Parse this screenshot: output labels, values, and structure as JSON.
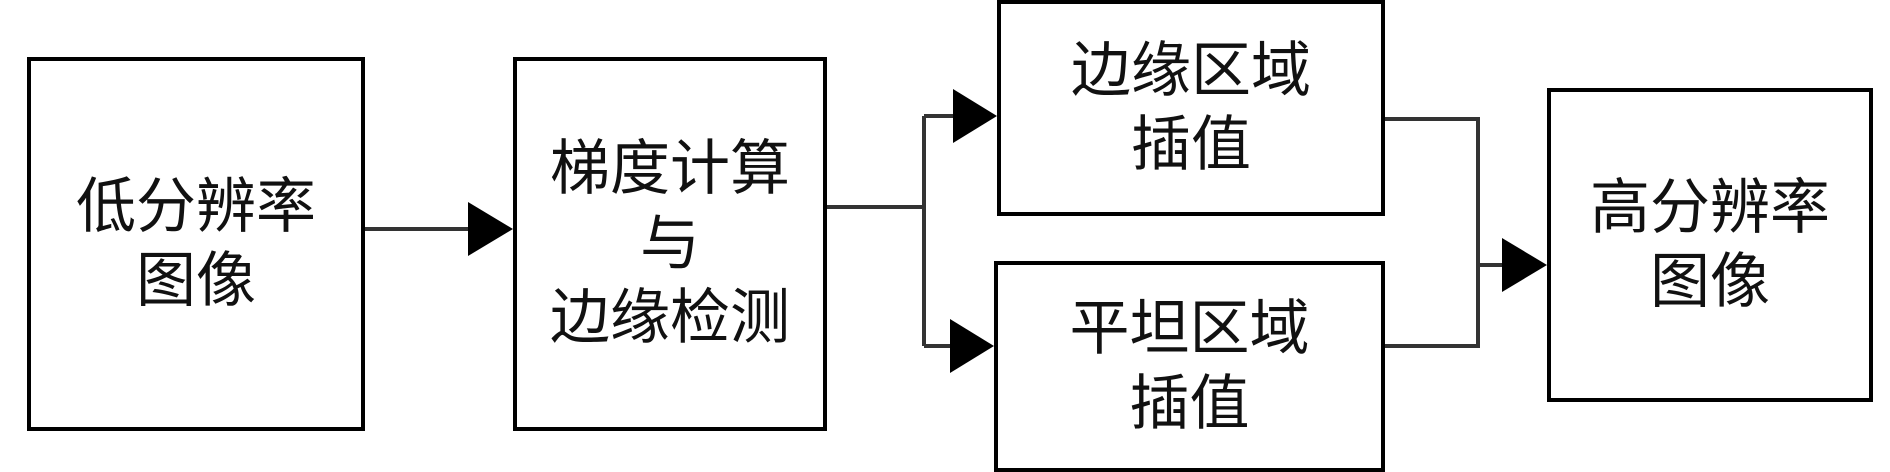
{
  "diagram": {
    "nodes": {
      "low_res": {
        "lines": [
          "低分辨率",
          "图像"
        ]
      },
      "gradient": {
        "lines": [
          "梯度计算",
          "与",
          "边缘检测"
        ]
      },
      "edge_interp": {
        "lines": [
          "边缘区域",
          "插值"
        ]
      },
      "flat_interp": {
        "lines": [
          "平坦区域",
          "插值"
        ]
      },
      "high_res": {
        "lines": [
          "高分辨率",
          "图像"
        ]
      }
    },
    "edges": [
      {
        "from": "低分辨率图像",
        "to": "梯度计算与边缘检测"
      },
      {
        "from": "梯度计算与边缘检测",
        "to": "边缘区域插值"
      },
      {
        "from": "梯度计算与边缘检测",
        "to": "平坦区域插值"
      },
      {
        "from": "边缘区域插值",
        "to": "高分辨率图像"
      },
      {
        "from": "平坦区域插值",
        "to": "高分辨率图像"
      }
    ],
    "colors": {
      "stroke": "#000000",
      "connector": "#333333",
      "text": "#111111",
      "background": "#ffffff"
    }
  }
}
